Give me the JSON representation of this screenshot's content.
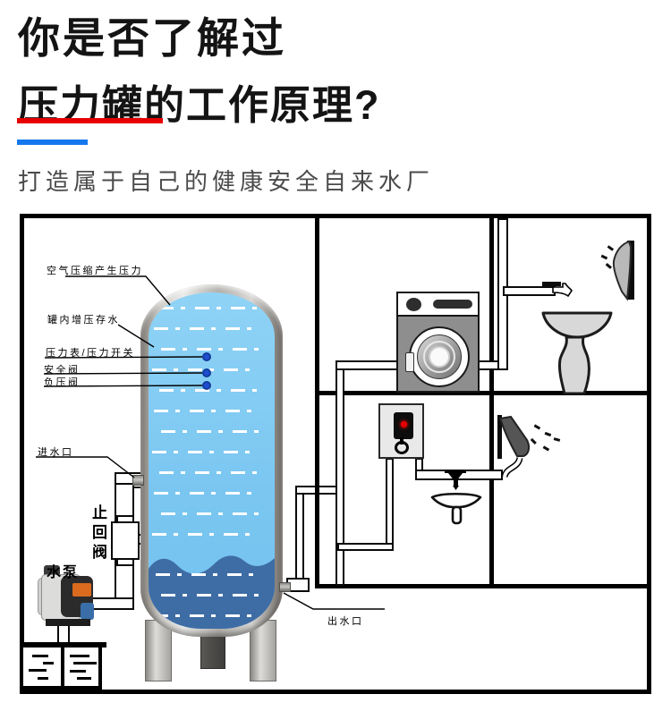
{
  "header": {
    "title_line1": "你是否了解过",
    "title_line2": "压力罐的工作原理?",
    "subtitle": "打造属于自己的健康安全自来水厂"
  },
  "diagram": {
    "labels": {
      "air_pressure": "空气压缩产生压力",
      "stored_water": "罐内增压存水",
      "pressure_gauge": "压力表/压力开关",
      "safety_valve": "安全阀",
      "vacuum_valve": "负压阀",
      "water_inlet": "进水口",
      "check_valve": "止回阀",
      "water_pump": "水泵",
      "water_outlet": "出水口"
    },
    "colors": {
      "accent_red": "#e60000",
      "accent_blue": "#1577ee",
      "water_light": "#7ac6f1",
      "water_dark": "#3e6da5",
      "marker_blue": "#1e4fd0"
    }
  }
}
